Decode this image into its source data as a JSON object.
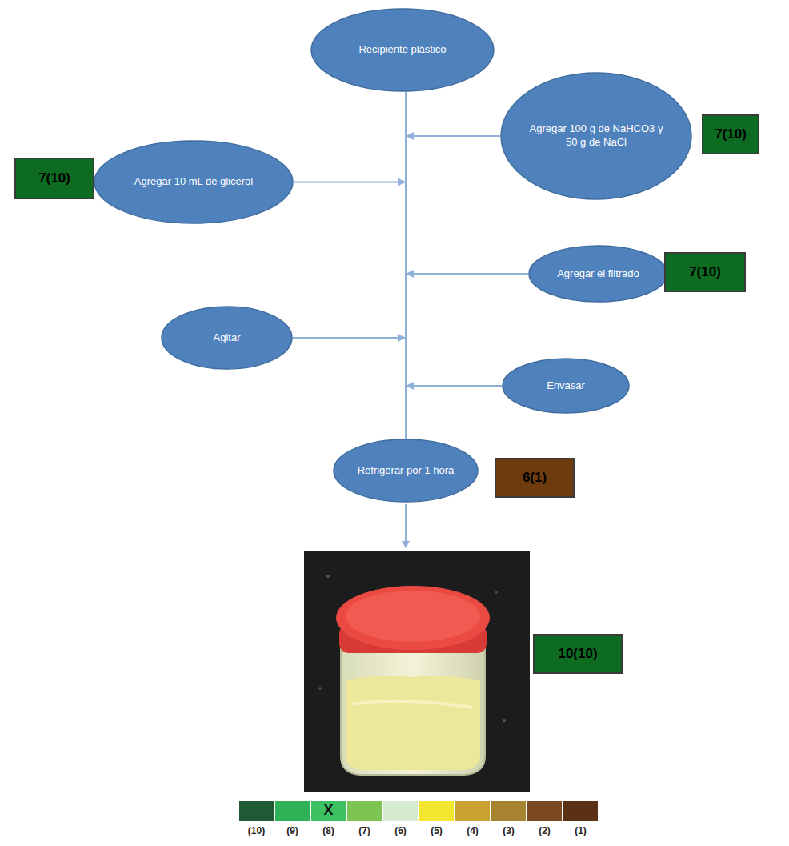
{
  "diagram": {
    "nodes": [
      {
        "text": [
          "Recipiente plástico"
        ]
      },
      {
        "text": [
          "Agregar 100 g de NaHCO3 y 50 g de NaCl"
        ]
      },
      {
        "text": [
          "7(10)"
        ]
      },
      {
        "text": [
          "7(10)"
        ]
      },
      {
        "text": [
          "Agregar 10 mL de glicerol"
        ]
      },
      {
        "text": [
          "Agregar el filtrado"
        ]
      },
      {
        "text": [
          "7(10)"
        ]
      },
      {
        "text": [
          "Agitar"
        ]
      },
      {
        "text": [
          "Envasar"
        ]
      },
      {
        "text": [
          "Refrigerar por 1 hora"
        ]
      },
      {
        "text": [
          "6(1)"
        ]
      },
      {
        "text": [
          "10(10)"
        ]
      }
    ],
    "edges": [
      {
        "from": 0,
        "to": 9,
        "arrow": "none"
      },
      {
        "from": 1,
        "to": 9,
        "arrow": "to"
      },
      {
        "from": 4,
        "to": 9,
        "arrow": "to"
      },
      {
        "from": 5,
        "to": 9,
        "arrow": "to"
      },
      {
        "from": 7,
        "to": 9,
        "arrow": "to"
      },
      {
        "from": 8,
        "to": 9,
        "arrow": "to"
      }
    ],
    "labels": [
      "X"
    ],
    "legend": [
      {
        "text": "(10)",
        "color": "#1f5a34"
      },
      {
        "text": "(9)",
        "color": "#2eb157"
      },
      {
        "text": "(8)",
        "color": "#3cc062"
      },
      {
        "text": "(7)",
        "color": "#7cc552"
      },
      {
        "text": "(6)",
        "color": "#d6ead0"
      },
      {
        "text": "(5)",
        "color": "#f2e62e"
      },
      {
        "text": "(4)",
        "color": "#c9a12e"
      },
      {
        "text": "(3)",
        "color": "#a8832f"
      },
      {
        "text": "(2)",
        "color": "#7b4a23"
      },
      {
        "text": "(1)",
        "color": "#5a3115"
      }
    ]
  }
}
